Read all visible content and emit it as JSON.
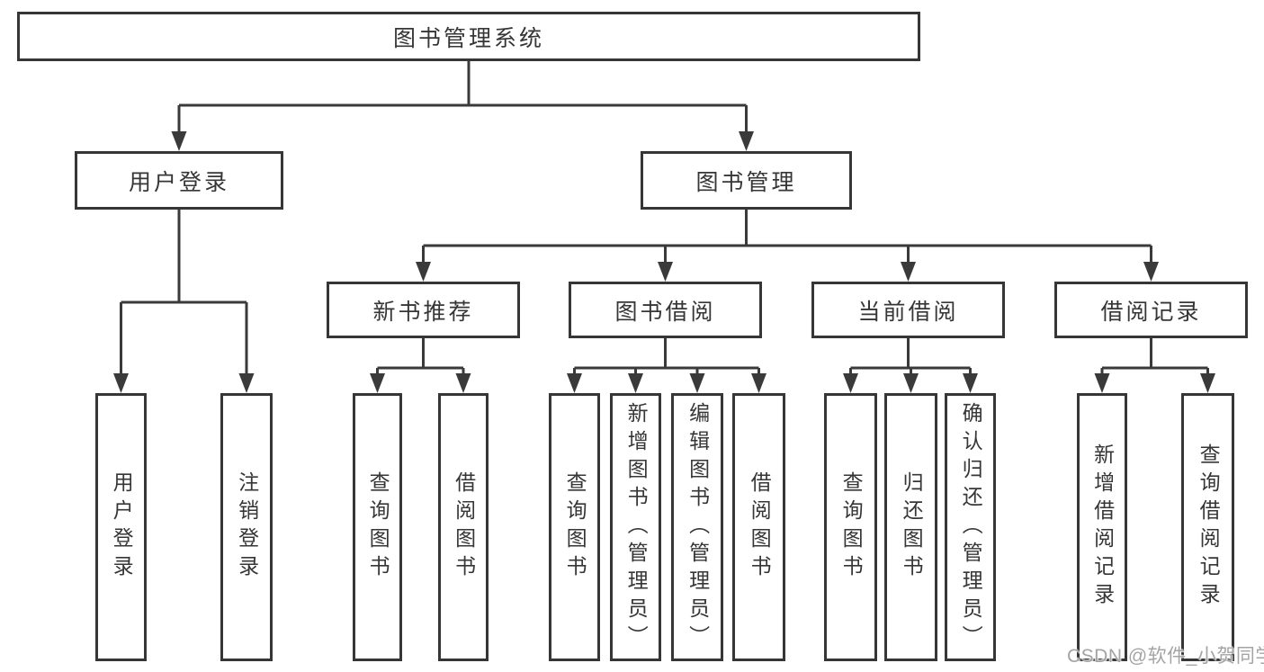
{
  "tree": {
    "root": {
      "label": "图书管理系统"
    },
    "branches": [
      {
        "label": "用户登录",
        "leaves": [
          "用户登录",
          "注销登录"
        ]
      },
      {
        "label": "图书管理",
        "groups": [
          {
            "label": "新书推荐",
            "leaves": [
              "查询图书",
              "借阅图书"
            ]
          },
          {
            "label": "图书借阅",
            "leaves": [
              "查询图书",
              "新增图书（管理员）",
              "编辑图书（管理员）",
              "借阅图书"
            ]
          },
          {
            "label": "当前借阅",
            "leaves": [
              "查询图书",
              "归还图书",
              "确认归还（管理员）"
            ]
          },
          {
            "label": "借阅记录",
            "leaves": [
              "新增借阅记录",
              "查询借阅记录"
            ]
          }
        ]
      }
    ]
  },
  "watermark": "CSDN @软件_小贺同学",
  "colors": {
    "line": "#3a3a3a",
    "box_border": "#363636",
    "text": "#363636",
    "watermark": "#a4a4a4",
    "background": "#ffffff"
  }
}
